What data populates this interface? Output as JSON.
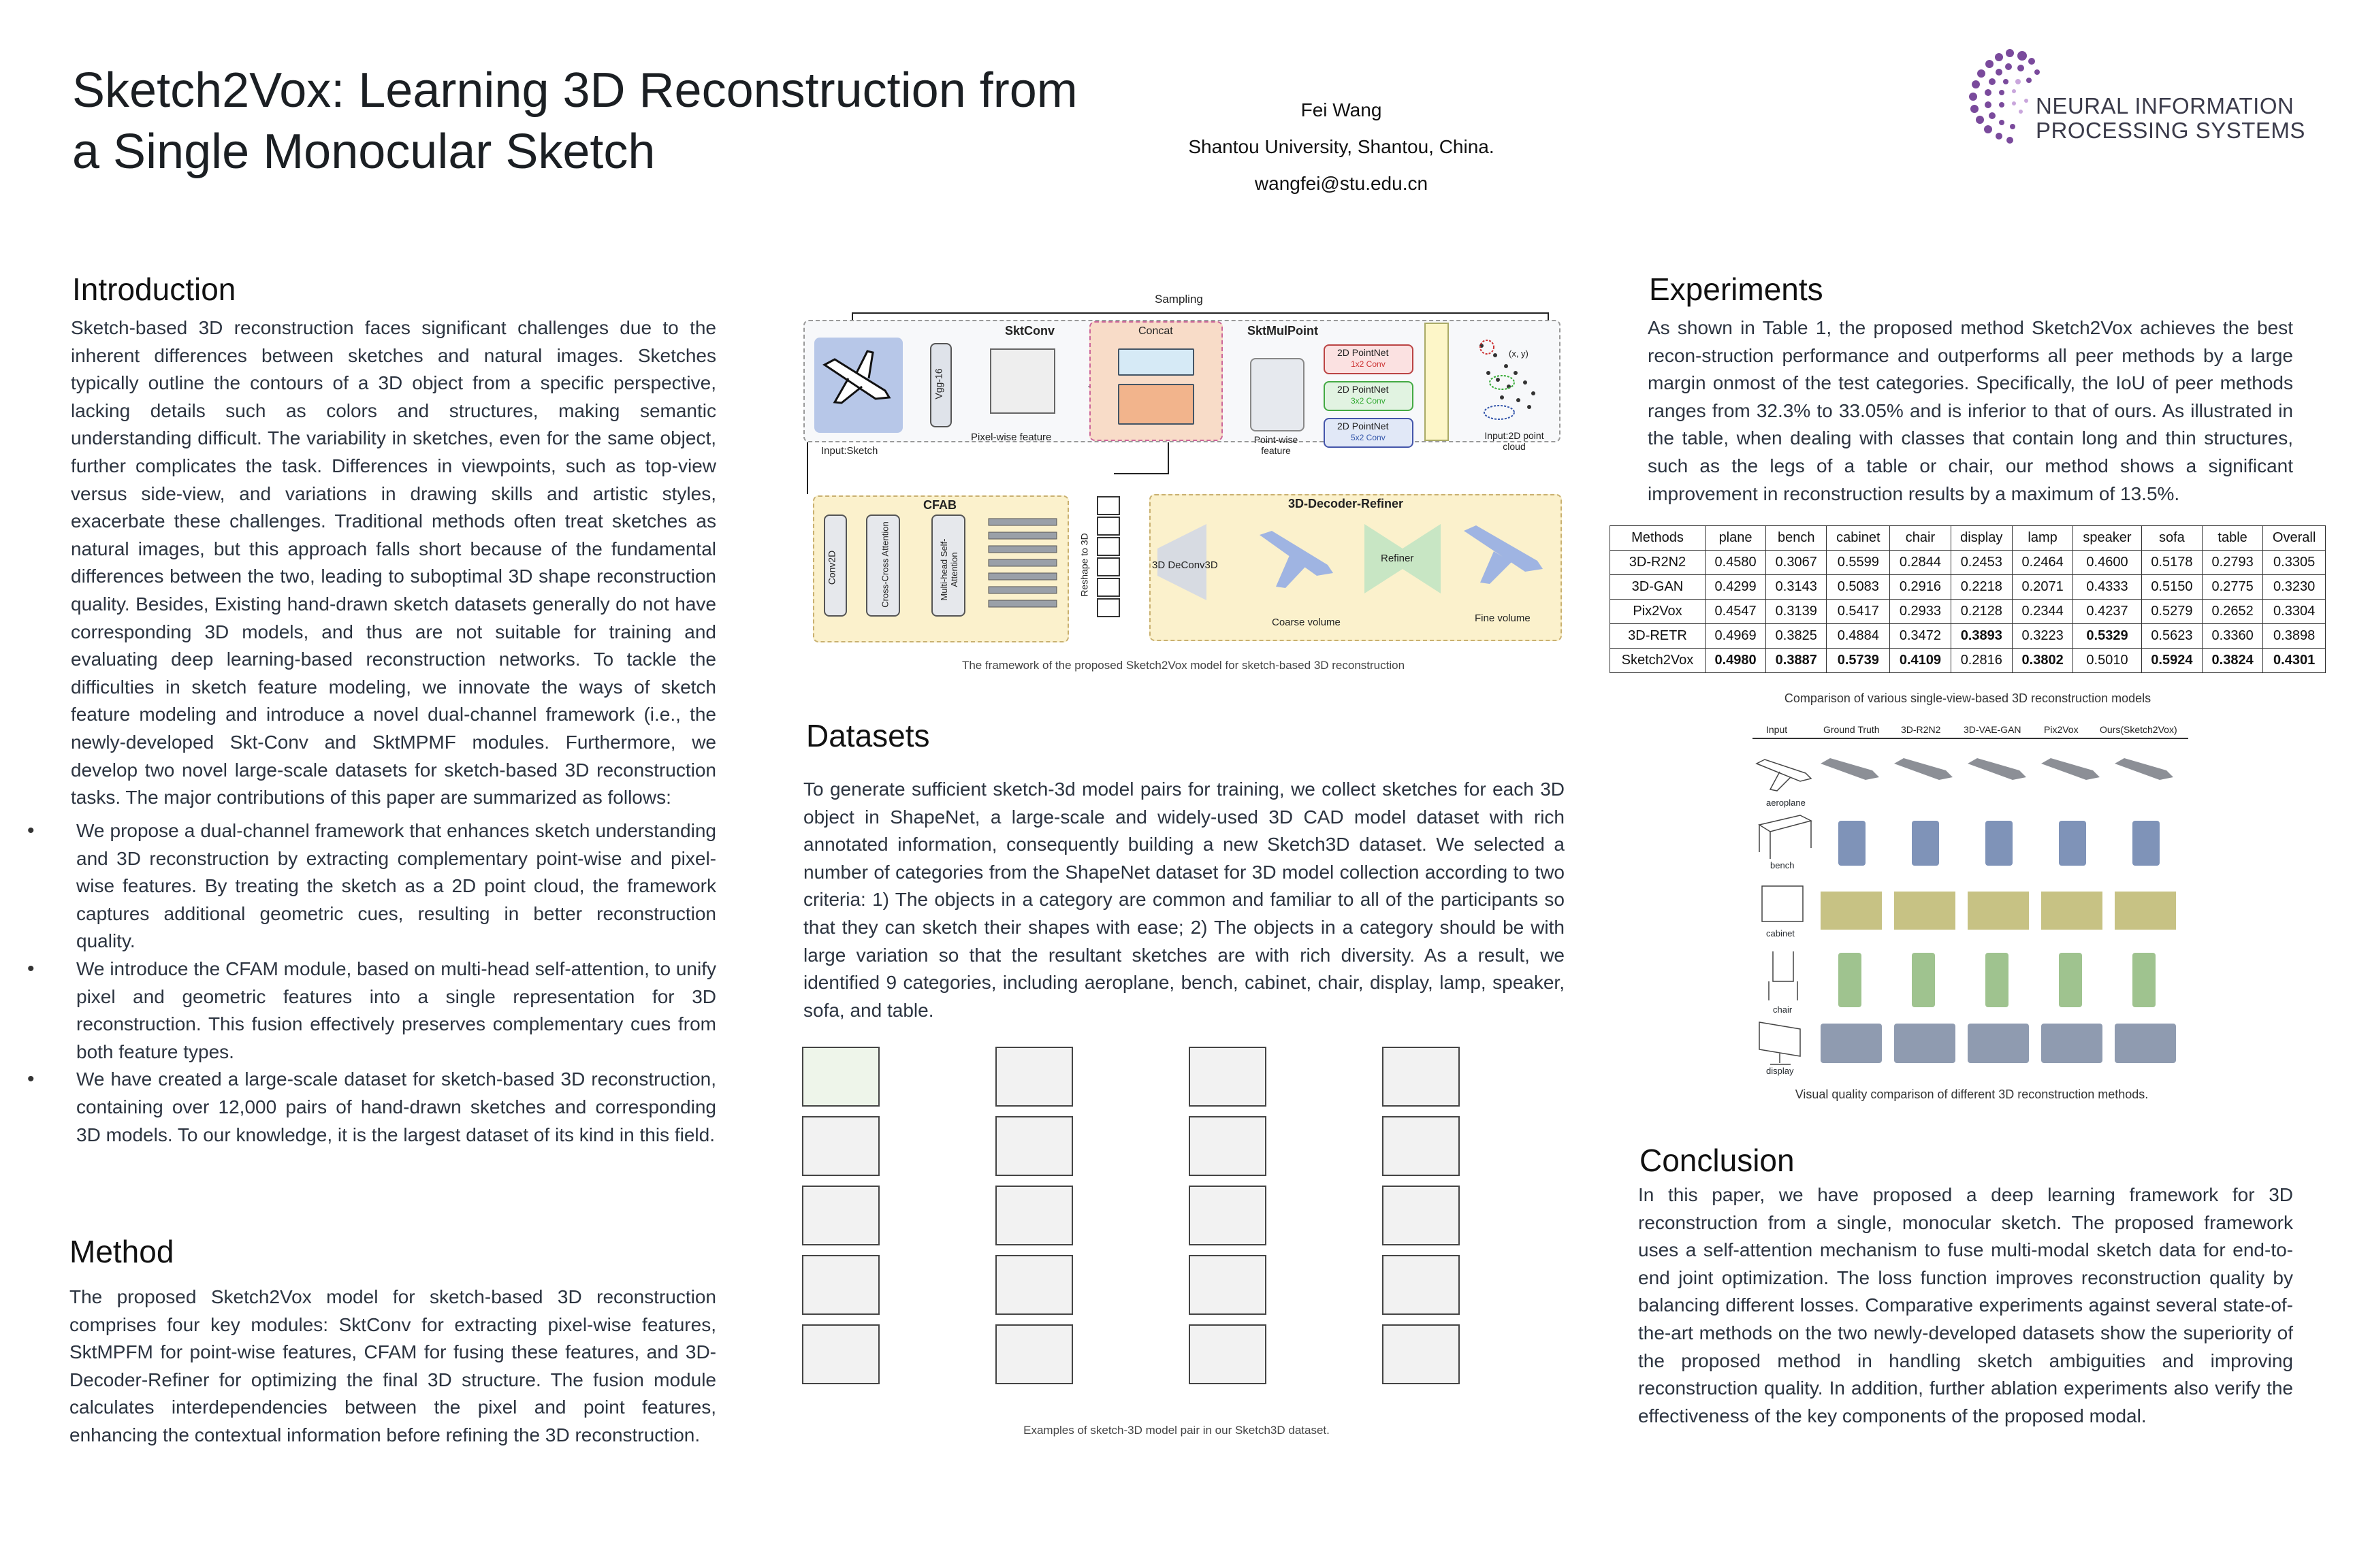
{
  "header": {
    "title_line1": "Sketch2Vox: Learning 3D Reconstruction from",
    "title_line2": "a Single Monocular Sketch",
    "author": "Fei Wang",
    "affiliation": "Shantou University, Shantou, China.",
    "email": "wangfei@stu.edu.cn",
    "logo_line1": "NEURAL INFORMATION",
    "logo_line2": "PROCESSING SYSTEMS"
  },
  "introduction": {
    "heading": "Introduction",
    "paragraph": "Sketch-based 3D reconstruction faces significant challenges due to the inherent differences between sketches and natural images. Sketches typically outline the contours of a 3D object from a specific perspective, lacking details such as colors and structures, making semantic understanding difficult. The variability in sketches, even for the same object, further complicates the task. Differences in viewpoints, such as top-view versus side-view, and variations in drawing skills and artistic styles, exacerbate these challenges. Traditional methods often treat sketches as natural images, but this approach falls short because of the fundamental differences between the two, leading to suboptimal 3D shape reconstruction quality. Besides, Existing hand-drawn sketch datasets generally do not have corresponding 3D models, and thus are not suitable for training and evaluating deep learning-based reconstruction networks. To tackle the difficulties in sketch feature modeling, we innovate the ways of sketch feature modeling and introduce a novel dual-channel framework (i.e., the newly-developed Skt-Conv and SktMPMF modules. Furthermore, we develop two novel large-scale datasets for sketch-based 3D reconstruction tasks. The major contributions of this paper are summarized as follows:",
    "bullets": [
      "We propose a dual-channel framework that enhances sketch understanding and 3D reconstruction by extracting complementary point-wise and pixel-wise features. By treating the sketch as a 2D point cloud, the framework captures additional geometric cues, resulting in better reconstruction quality.",
      "We introduce the CFAM module, based on multi-head self-attention, to unify pixel and geometric features into a single representation for 3D reconstruction. This fusion effectively preserves complementary cues from both feature types.",
      "We have created a large-scale dataset for sketch-based 3D reconstruction, containing over 12,000 pairs of hand-drawn sketches and corresponding 3D models. To our knowledge, it is the largest dataset of its kind in this field."
    ]
  },
  "method": {
    "heading": "Method",
    "paragraph": "The proposed Sketch2Vox model for sketch-based 3D reconstruction comprises four key modules: SktConv for extracting pixel-wise features, SktMPFM for point-wise features, CFAM for fusing these features, and 3D-Decoder-Refiner for optimizing the final 3D structure. The fusion module calculates interdependencies between the pixel and point features, enhancing the contextual information before refining the 3D reconstruction."
  },
  "framework": {
    "sampling": "Sampling",
    "sktconv": "SktConv",
    "concat": "Concat",
    "sktmulpoint": "SktMulPoint",
    "input_sketch": "Input:Sketch",
    "vgg": "Vgg-16",
    "pixel_feature": "Pixel-wise  feature",
    "reshape": "reshape",
    "pointnet1": "2D PointNet",
    "pointnet1_sub": "1x2 Conv",
    "pointnet2": "2D PointNet",
    "pointnet2_sub": "3x2 Conv",
    "pointnet3": "2D PointNet",
    "pointnet3_sub": "5x2 Conv",
    "point_feature": "Point-wise feature",
    "input_point": "Input:2D  point cloud",
    "xy": "(x, y)",
    "cfab": "CFAB",
    "conv2d": "Conv2D",
    "cross": "Cross-Cross Attention",
    "mhsa": "Multi-head Self-Attention",
    "reshape3d": "Reshape to 3D",
    "decoder": "3D-Decoder-Refiner",
    "deconv": "3D DeConv3D",
    "refiner": "Refiner",
    "coarse": "Coarse volume",
    "fine": "Fine volume",
    "caption": "The  framework  of the  proposed  Sketch2Vox  model  for sketch-based  3D reconstruction"
  },
  "datasets": {
    "heading": "Datasets",
    "paragraph": "To generate sufficient sketch-3d model pairs for training, we collect sketches for each 3D object in ShapeNet, a large-scale and widely-used 3D CAD model dataset with rich annotated information, consequently building a new Sketch3D dataset. We selected a number of categories from the ShapeNet dataset for 3D model collection according to two criteria: 1) The objects in a category are common and familiar to all of the participants so that they can sketch their shapes with ease; 2) The objects in a category should be with large variation so that the resultant sketches are with rich diversity. As a result,  we identified 9 categories, including aeroplane, bench, cabinet, chair, display, lamp, speaker, sofa, and table.",
    "caption": "Examples  of sketch-3D  model  pair in our Sketch3D  dataset."
  },
  "experiments": {
    "heading": "Experiments",
    "paragraph": "As shown in Table 1, the proposed method Sketch2Vox achieves the best recon-struction performance and outperforms all peer methods by a large margin onmost of the test categories. Specifically, the IoU of peer methods ranges from 32.3% to 33.05% and is inferior to that of ours. As illustrated in the table, when dealing with classes that contain long and thin structures, such as the legs of a table or chair, our method shows a significant improvement in reconstruction results by a maximum of 13.5%.",
    "table": {
      "headers": [
        "Methods",
        "plane",
        "bench",
        "cabinet",
        "chair",
        "display",
        "lamp",
        "speaker",
        "sofa",
        "table",
        "Overall"
      ],
      "rows": [
        [
          "3D-R2N2",
          "0.4580",
          "0.3067",
          "0.5599",
          "0.2844",
          "0.2453",
          "0.2464",
          "0.4600",
          "0.5178",
          "0.2793",
          "0.3305"
        ],
        [
          "3D-GAN",
          "0.4299",
          "0.3143",
          "0.5083",
          "0.2916",
          "0.2218",
          "0.2071",
          "0.4333",
          "0.5150",
          "0.2775",
          "0.3230"
        ],
        [
          "Pix2Vox",
          "0.4547",
          "0.3139",
          "0.5417",
          "0.2933",
          "0.2128",
          "0.2344",
          "0.4237",
          "0.5279",
          "0.2652",
          "0.3304"
        ],
        [
          "3D-RETR",
          "0.4969",
          "0.3825",
          "0.4884",
          "0.3472",
          "0.3893",
          "0.3223",
          "0.5329",
          "0.5623",
          "0.3360",
          "0.3898"
        ],
        [
          "Sketch2Vox",
          "0.4980",
          "0.3887",
          "0.5739",
          "0.4109",
          "0.2816",
          "0.3802",
          "0.5010",
          "0.5924",
          "0.3824",
          "0.4301"
        ]
      ]
    },
    "table_caption": "Comparison  of various single-view-based  3D reconstruction  models",
    "visual_columns": [
      "Input",
      "Ground Truth",
      "3D-R2N2",
      "3D-VAE-GAN",
      "Pix2Vox",
      "Ours(Sketch2Vox)"
    ],
    "visual_rows": [
      "aeroplane",
      "bench",
      "cabinet",
      "chair",
      "display"
    ],
    "visual_caption": "Visual quality comparison of different 3D reconstruction methods."
  },
  "conclusion": {
    "heading": "Conclusion",
    "paragraph": "In this paper, we have proposed a deep learning framework for 3D reconstruction from a single, monocular sketch. The proposed framework uses a self-attention mechanism to fuse multi-modal sketch data for end-to-end joint optimization. The loss function improves reconstruction quality by balancing different losses. Comparative experiments against several state-of-the-art methods on the two newly-developed datasets show the superiority of the proposed method in handling sketch ambiguities and improving reconstruction quality. In addition, further ablation experiments also verify the effectiveness of the key components of the proposed modal."
  }
}
